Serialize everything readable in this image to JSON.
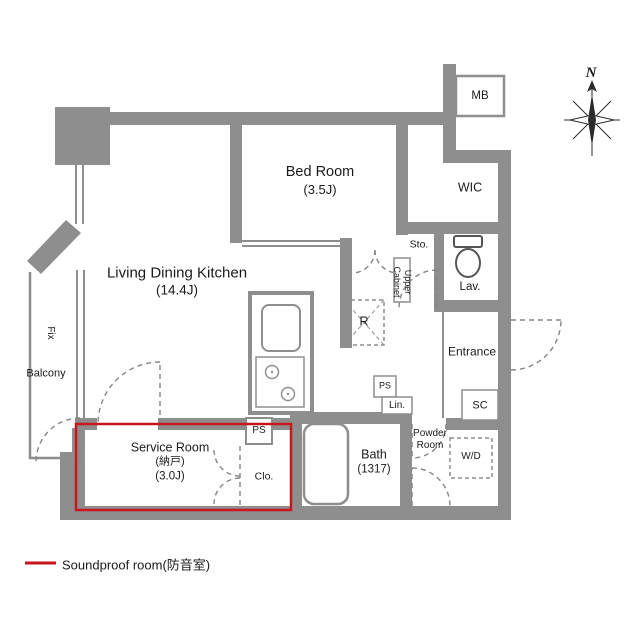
{
  "colors": {
    "wall": "#8e8e8e",
    "soundproof_red": "#c9151e",
    "ink": "#1b1b1b"
  },
  "compass": {
    "north_label": "N"
  },
  "legend": {
    "soundproof_label": "Soundproof room(防音室)"
  },
  "rooms": {
    "bedroom": {
      "name": "Bed Room",
      "size": "(3.5J)"
    },
    "ldk": {
      "name": "Living Dining Kitchen",
      "size": "(14.4J)"
    },
    "service_room": {
      "name": "Service Room",
      "alt_name": "(納戸)",
      "size": "(3.0J)"
    },
    "bath": {
      "name": "Bath",
      "size": "(1317)"
    },
    "wic": {
      "name": "WIC"
    },
    "balcony": {
      "name": "Balcony"
    },
    "entrance": {
      "name": "Entrance"
    },
    "lavatory": {
      "name": "Lav."
    },
    "powder_room": {
      "line1": "Powder",
      "line2": "Room"
    },
    "storage": {
      "name": "Sto."
    },
    "upper_cabinet": {
      "line1": "Upper",
      "line2": "Cabinet"
    },
    "meter_box": {
      "name": "MB"
    },
    "shoe_closet": {
      "name": "SC"
    },
    "washer_dryer": {
      "name": "W/D"
    },
    "linen": {
      "name": "Lin."
    },
    "closet": {
      "name": "Clo."
    },
    "pipe_space_hall": {
      "name": "PS"
    },
    "pipe_space_service": {
      "name": "PS"
    },
    "refrigerator": {
      "name": "R"
    },
    "fixed_window": {
      "name": "Fix"
    }
  }
}
